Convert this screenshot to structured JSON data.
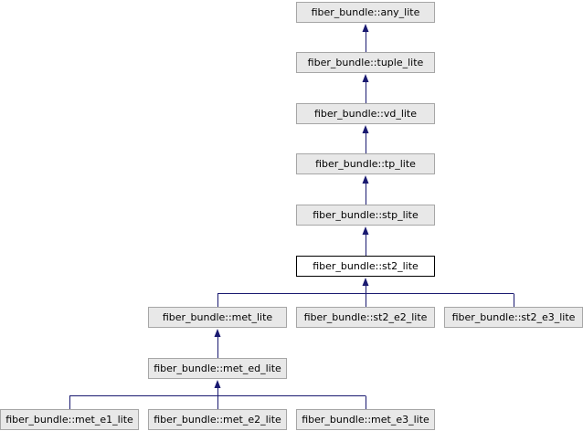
{
  "colors": {
    "edge": "#191970",
    "node_fill": "#e8e8e8",
    "node_border": "#a6a6a6",
    "current_fill": "#ffffff",
    "current_border": "#000000"
  },
  "nodes": {
    "any_lite": "fiber_bundle::any_lite",
    "tuple_lite": "fiber_bundle::tuple_lite",
    "vd_lite": "fiber_bundle::vd_lite",
    "tp_lite": "fiber_bundle::tp_lite",
    "stp_lite": "fiber_bundle::stp_lite",
    "st2_lite": "fiber_bundle::st2_lite",
    "met_lite": "fiber_bundle::met_lite",
    "st2_e2_lite": "fiber_bundle::st2_e2_lite",
    "st2_e3_lite": "fiber_bundle::st2_e3_lite",
    "met_ed_lite": "fiber_bundle::met_ed_lite",
    "met_e1_lite": "fiber_bundle::met_e1_lite",
    "met_e2_lite": "fiber_bundle::met_e2_lite",
    "met_e3_lite": "fiber_bundle::met_e3_lite"
  },
  "current_node": "st2_lite",
  "edges": [
    [
      "tuple_lite",
      "any_lite"
    ],
    [
      "vd_lite",
      "tuple_lite"
    ],
    [
      "tp_lite",
      "vd_lite"
    ],
    [
      "stp_lite",
      "tp_lite"
    ],
    [
      "st2_lite",
      "stp_lite"
    ],
    [
      "met_lite",
      "st2_lite"
    ],
    [
      "st2_e2_lite",
      "st2_lite"
    ],
    [
      "st2_e3_lite",
      "st2_lite"
    ],
    [
      "met_ed_lite",
      "met_lite"
    ],
    [
      "met_e1_lite",
      "met_ed_lite"
    ],
    [
      "met_e2_lite",
      "met_ed_lite"
    ],
    [
      "met_e3_lite",
      "met_ed_lite"
    ]
  ]
}
